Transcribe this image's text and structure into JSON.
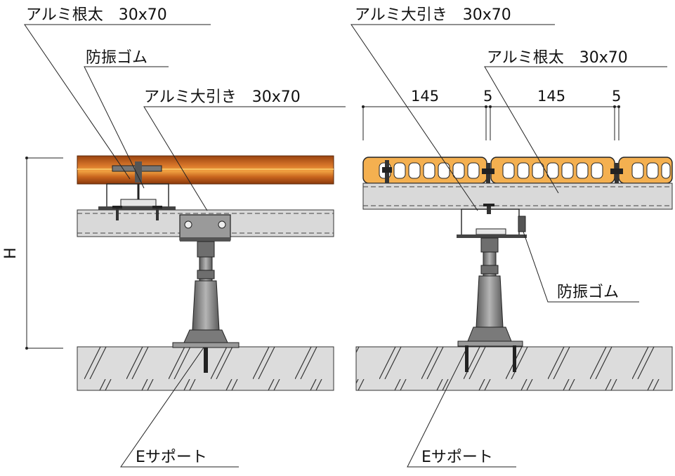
{
  "left": {
    "joist_label": "アルミ根太　30x70",
    "rubber_label": "防振ゴム",
    "beam_label": "アルミ大引き　30x70",
    "support_label": "Eサポート",
    "height_label": "H"
  },
  "right": {
    "beam_label": "アルミ大引き　30x70",
    "joist_label": "アルミ根太　30x70",
    "rubber_label": "防振ゴム",
    "support_label": "Eサポート",
    "dimensions": [
      "145",
      "5",
      "145",
      "5"
    ]
  },
  "colors": {
    "deck_wood": "#c8641e",
    "deck_wood_dark": "#8a3a0c",
    "deck_orange": "#f4b050",
    "aluminum": "#d9d9d9",
    "ground": "#dcdcdc",
    "support": "#8c8c8c"
  }
}
